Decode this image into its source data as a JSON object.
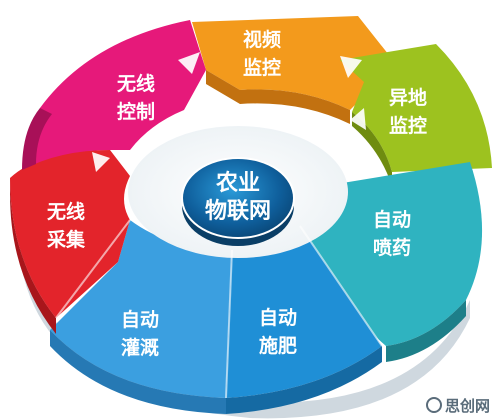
{
  "center": {
    "line1": "农业",
    "line2": "物联网"
  },
  "segments": [
    {
      "id": "video",
      "line1": "视频",
      "line2": "监控",
      "color": "#f39a1c"
    },
    {
      "id": "remote",
      "line1": "异地",
      "line2": "监控",
      "color": "#9dc21f"
    },
    {
      "id": "spray",
      "line1": "自动",
      "line2": "喷药",
      "color": "#2fb3c0"
    },
    {
      "id": "fertilize",
      "line1": "自动",
      "line2": "施肥",
      "color": "#1f8fd6"
    },
    {
      "id": "irrigate",
      "line1": "自动",
      "line2": "灌溉",
      "color": "#3b9fe0"
    },
    {
      "id": "collect",
      "line1": "无线",
      "line2": "采集",
      "color": "#e3242b"
    },
    {
      "id": "control",
      "line1": "无线",
      "line2": "控制",
      "color": "#e6197a"
    }
  ],
  "watermark": {
    "text": "思创网"
  }
}
